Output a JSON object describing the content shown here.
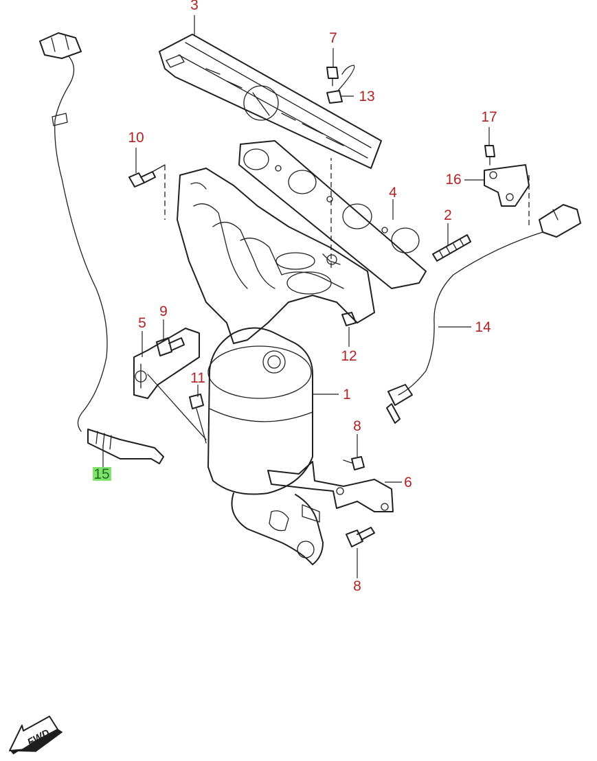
{
  "colors": {
    "background": "#ffffff",
    "line": "#1f1f1f",
    "callout": "#b22222",
    "highlight": "#7fe36b"
  },
  "callouts": {
    "c1": "1",
    "c2": "2",
    "c3": "3",
    "c4": "4",
    "c5": "5",
    "c6": "6",
    "c7": "7",
    "c8a": "8",
    "c8b": "8",
    "c9": "9",
    "c10": "10",
    "c11": "11",
    "c12": "12",
    "c13": "13",
    "c14": "14",
    "c15": "15",
    "c16": "16",
    "c17": "17"
  },
  "highlighted_callout": "15",
  "fwd_label": "FWD",
  "icons": {
    "fwd": "fwd-arrow-icon"
  }
}
